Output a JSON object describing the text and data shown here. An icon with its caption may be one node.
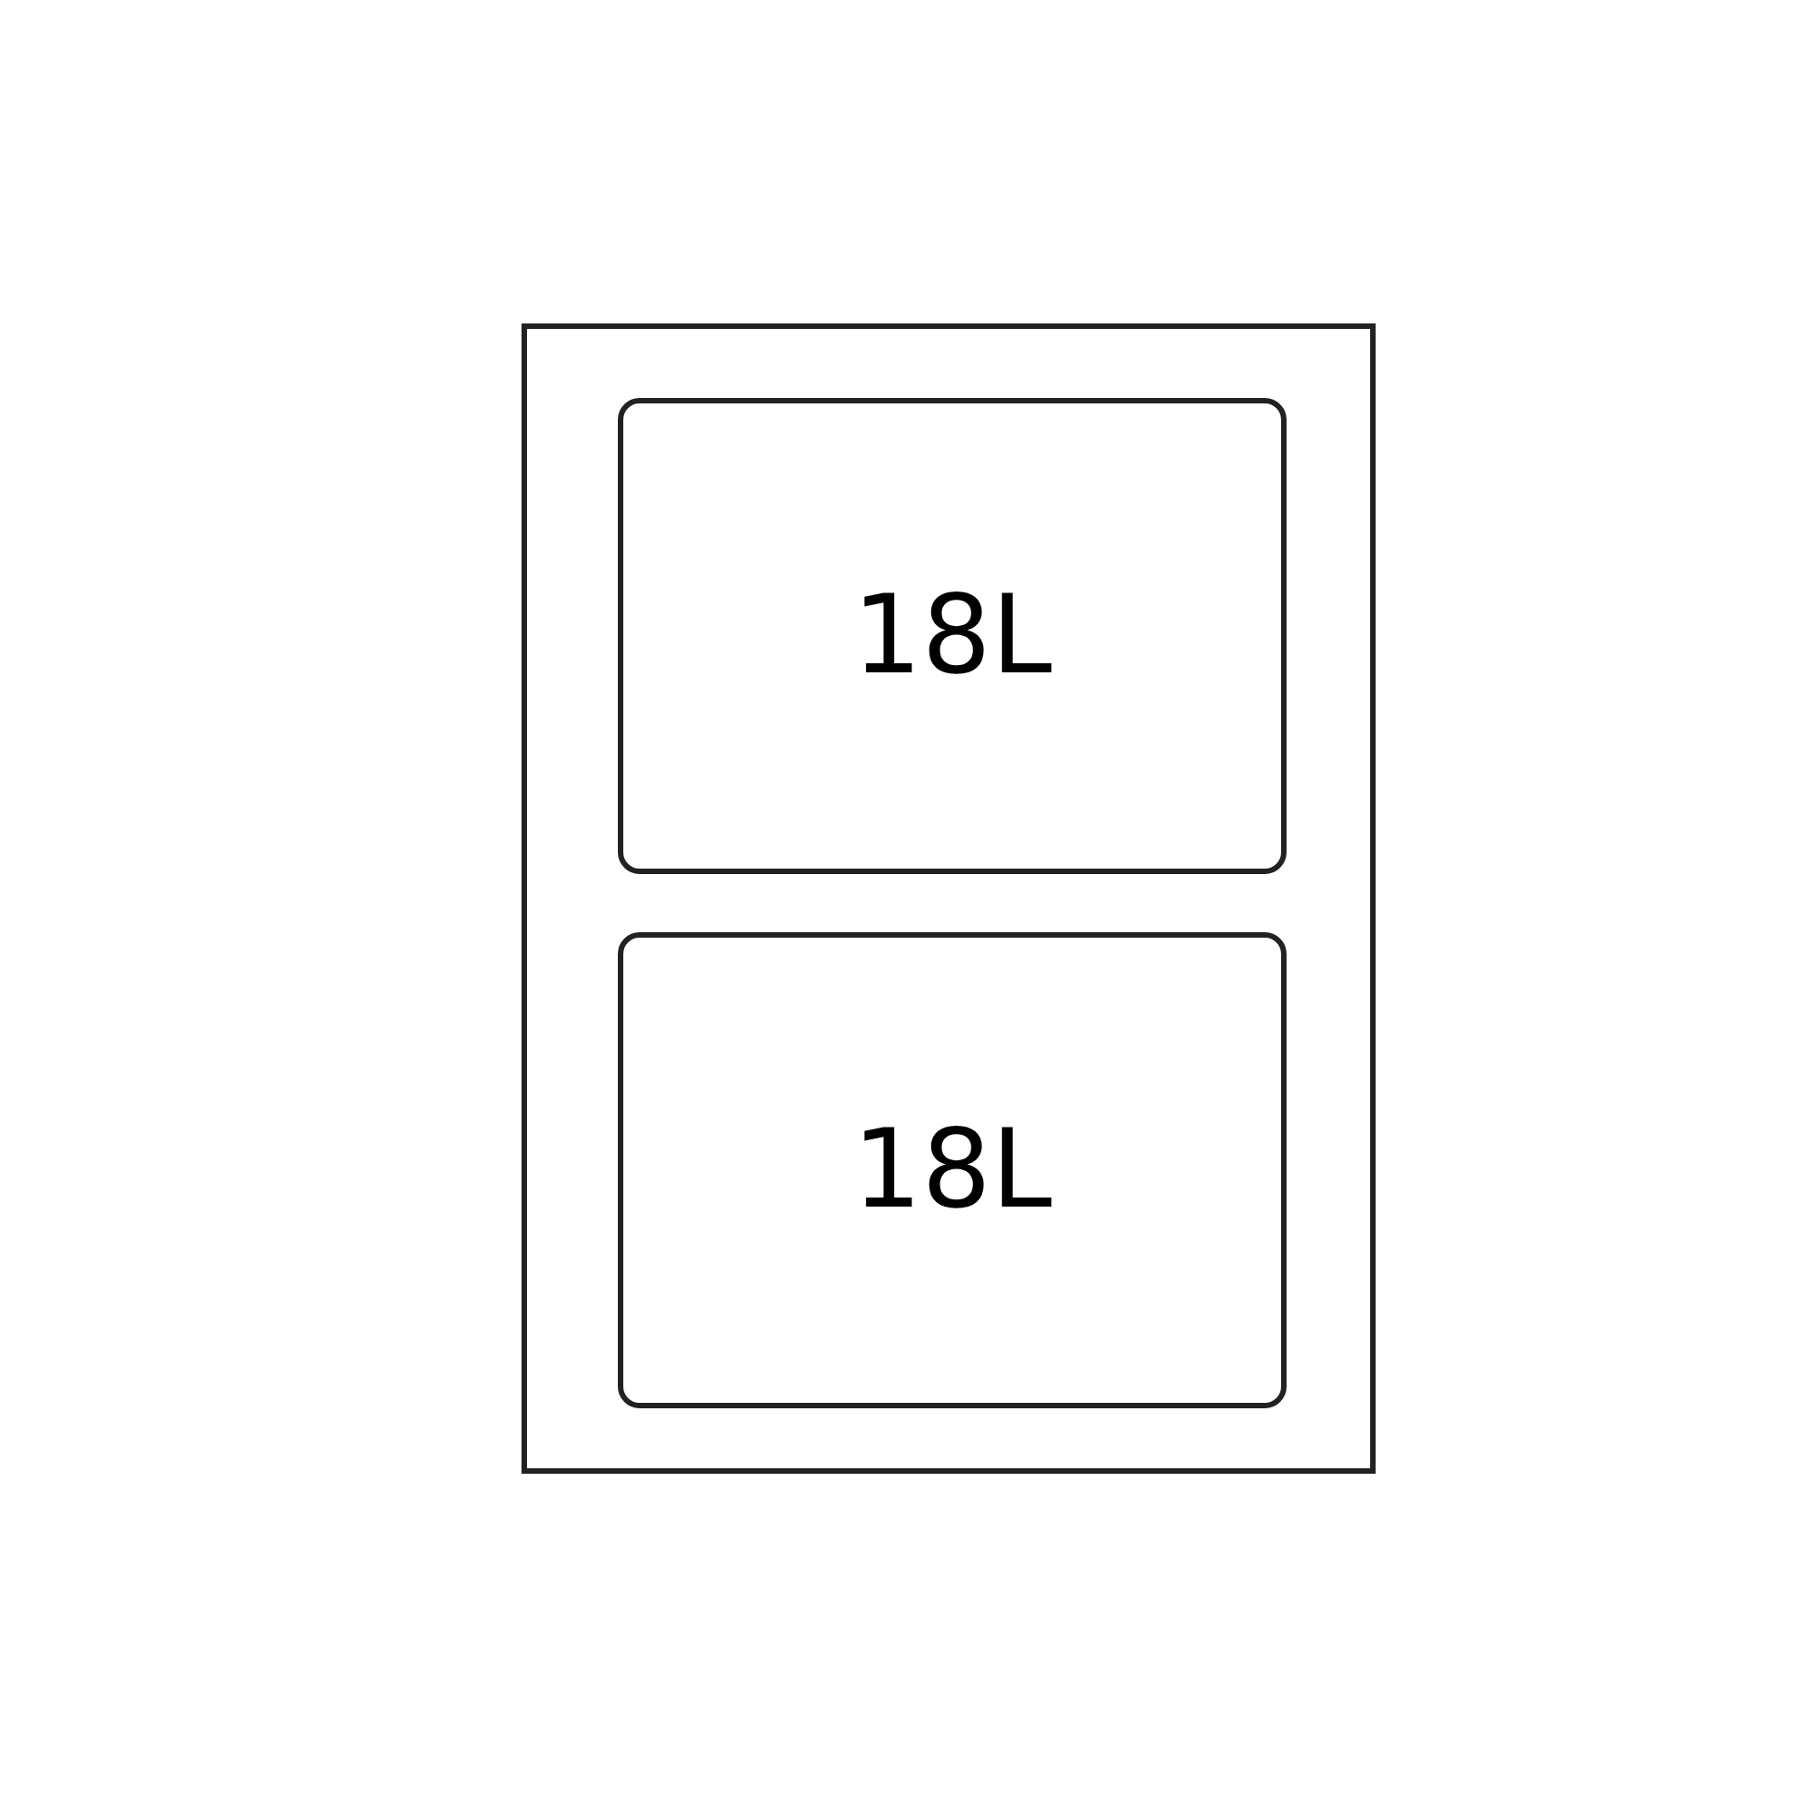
{
  "diagram": {
    "nodes": [
      {
        "text": [],
        "shape": "box"
      },
      {
        "text": [
          "18L"
        ],
        "in": 0
      },
      {
        "text": [
          "18L"
        ],
        "in": 0
      }
    ]
  }
}
